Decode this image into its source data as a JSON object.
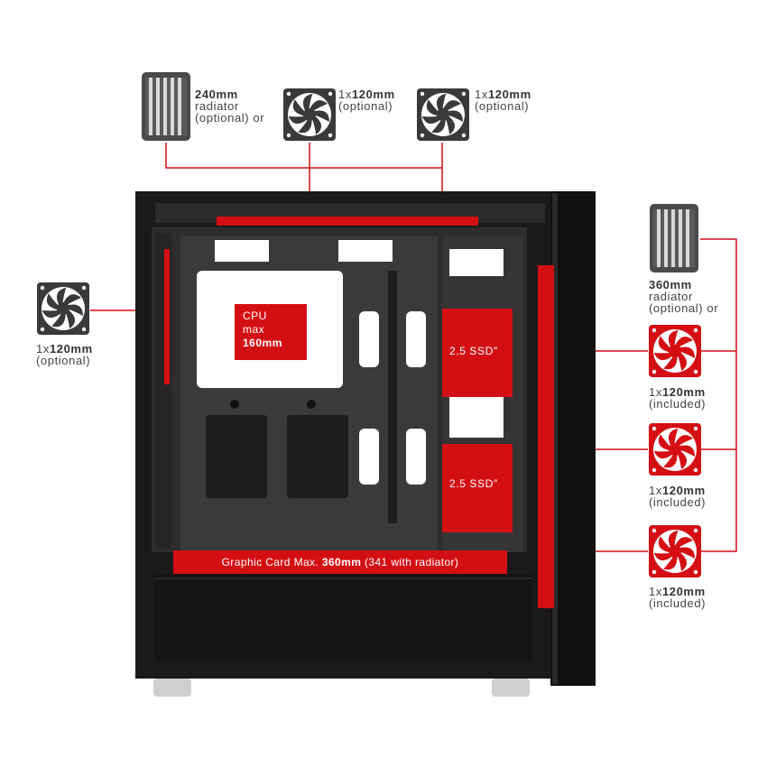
{
  "labels": {
    "top_radiator": {
      "title": "240mm",
      "line1": "radiator",
      "line2": "(optional) or"
    },
    "top_fan_1": {
      "qty": "1x",
      "size": "120mm",
      "note": "(optional)"
    },
    "top_fan_2": {
      "qty": "1x",
      "size": "120mm",
      "note": "(optional)"
    },
    "rear_fan": {
      "qty": "1x",
      "size": "120mm",
      "note": "(optional)"
    },
    "front_radiator": {
      "title": "360mm",
      "line1": "radiator",
      "line2": "(optional) or"
    },
    "front_fan_1": {
      "qty": "1x",
      "size": "120mm",
      "note": "(included)"
    },
    "front_fan_2": {
      "qty": "1x",
      "size": "120mm",
      "note": "(included)"
    },
    "front_fan_3": {
      "qty": "1x",
      "size": "120mm",
      "note": "(included)"
    }
  },
  "cpu": {
    "line1": "CPU",
    "line2": "max",
    "line3": "160mm"
  },
  "ssd": {
    "label_1": "2.5 SSD\"",
    "label_2": "2.5 SSD\""
  },
  "gpu": {
    "prefix": "Graphic Card Max. ",
    "value": "360mm",
    "suffix": " (341 with radiator)"
  },
  "colors": {
    "accent": "#d40f14",
    "case": "#1a1a1a",
    "fan_dark": "#3a3a3a",
    "text": "#444444"
  },
  "icons": [
    "radiator-icon",
    "fan-icon"
  ]
}
